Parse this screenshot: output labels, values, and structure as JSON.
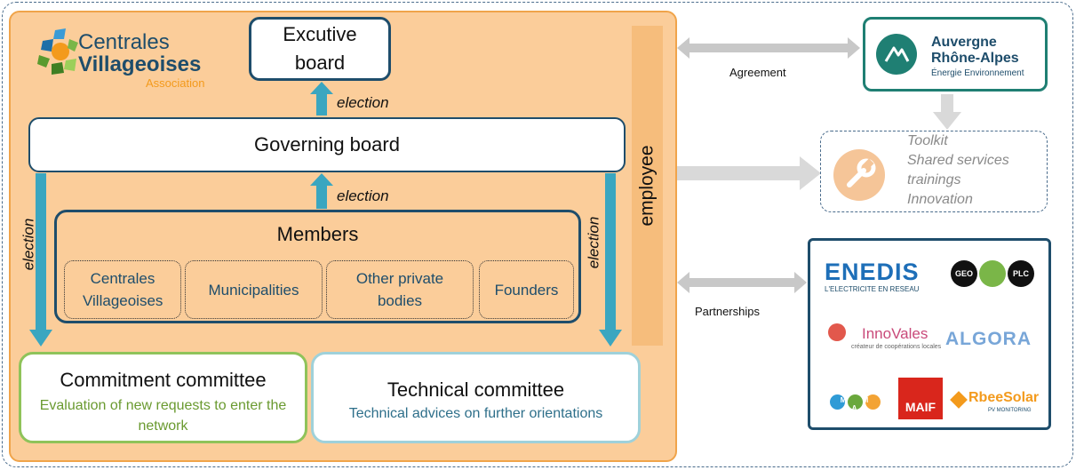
{
  "org": {
    "logo_line1": "Centrales",
    "logo_line2": "Villageoises",
    "logo_line3": "Association",
    "executive_board": "Excutive board",
    "governing_board": "Governing board",
    "election_label": "election",
    "members_title": "Members",
    "members": [
      "Centrales Villageoises",
      "Municipalities",
      "Other private bodies",
      "Founders"
    ],
    "employee_label": "employee",
    "commitment": {
      "title": "Commitment committee",
      "desc": "Evaluation of new requests to enter the network"
    },
    "technical": {
      "title": "Technical committee",
      "desc": "Technical advices on further orientations"
    }
  },
  "relations": {
    "agreement": "Agreement",
    "partnerships": "Partnerships"
  },
  "ara": {
    "line1": "Auvergne",
    "line2": "Rhône-Alpes",
    "line3": "Énergie Environnement"
  },
  "services": [
    "Toolkit",
    "Shared services",
    "trainings",
    "Innovation"
  ],
  "partners": {
    "enedis": "ENEDIS",
    "enedis_sub": "L'ELECTRICITE EN RESEAU",
    "geo": "GEO",
    "plc": "PLC",
    "innovales": "InnoVales",
    "innovales_sub": "créateur de coopérations locales",
    "algora": "ALGORA",
    "mma": "M M A",
    "maif": "MAIF",
    "rbee": "RbeeSolar",
    "rbee_sub": "PV MONITORING"
  },
  "colors": {
    "panel_fill": "#fbcd9a",
    "panel_border": "#f0a44a",
    "navy": "#1e4d6b",
    "arrow_teal": "#3aa6c0",
    "green": "#8fc35a",
    "light_blue": "#9fd1da",
    "ara_teal": "#1f7f73"
  }
}
